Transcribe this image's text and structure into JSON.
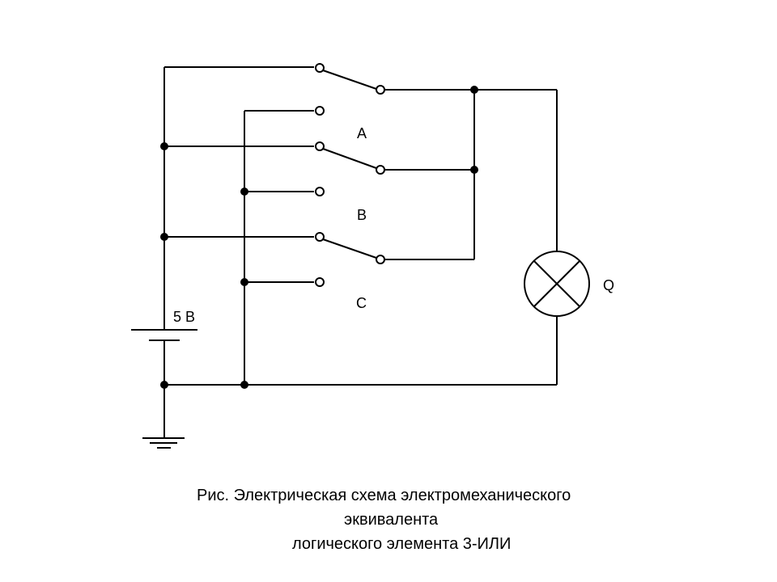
{
  "diagram": {
    "labels": {
      "switch_a": "A",
      "switch_b": "B",
      "switch_c": "C",
      "voltage": "5 В",
      "lamp": "Q"
    },
    "caption": {
      "line1": "Рис. Электрическая схема электромеханического",
      "line2": "эквивалента",
      "line3": "логического элемента 3-ИЛИ"
    },
    "colors": {
      "wire": "#000000",
      "background": "#ffffff"
    }
  }
}
